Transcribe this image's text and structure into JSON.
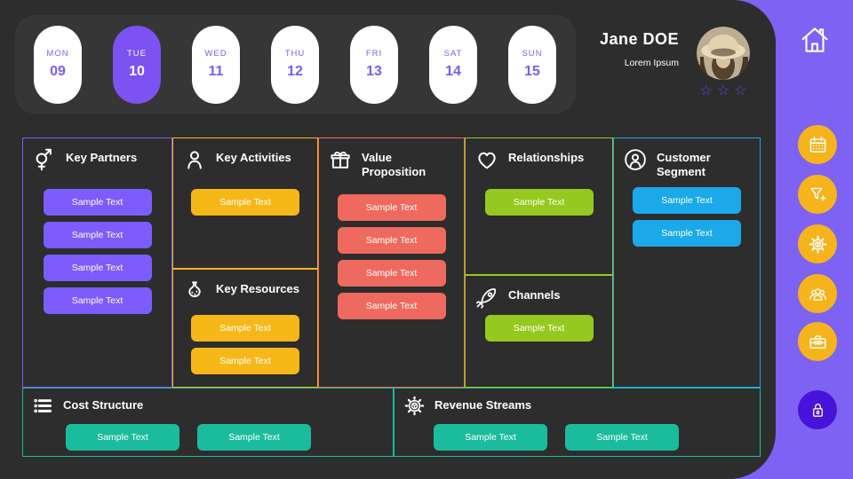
{
  "header": {
    "days": [
      {
        "name": "MON",
        "num": "09"
      },
      {
        "name": "TUE",
        "num": "10"
      },
      {
        "name": "WED",
        "num": "11"
      },
      {
        "name": "THU",
        "num": "12"
      },
      {
        "name": "FRI",
        "num": "13"
      },
      {
        "name": "SAT",
        "num": "14"
      },
      {
        "name": "SUN",
        "num": "15"
      }
    ],
    "selected_day": "TUE",
    "profile": {
      "name": "Jane DOE",
      "subtitle": "Lorem Ipsum",
      "star_char": "☆",
      "rating_stars": 3
    }
  },
  "canvas": {
    "sections": {
      "key_partners": {
        "title": "Key Partners",
        "color": "#7C5CFC",
        "icon": "gender-symbol-icon",
        "buttons": [
          "Sample Text",
          "Sample Text",
          "Sample Text",
          "Sample Text"
        ]
      },
      "key_activities": {
        "title": "Key Activities",
        "color": "#F6B719",
        "icon": "person-bust-icon",
        "buttons": [
          "Sample Text"
        ]
      },
      "key_resources": {
        "title": "Key Resources",
        "color": "#F6B719",
        "icon": "flask-icon",
        "buttons": [
          "Sample Text",
          "Sample Text"
        ]
      },
      "value_proposition": {
        "title": "Value Proposition",
        "color": "#EE6A5E",
        "icon": "gift-icon",
        "buttons": [
          "Sample Text",
          "Sample Text",
          "Sample Text",
          "Sample Text"
        ]
      },
      "relationships": {
        "title": "Relationships",
        "color": "#95C91F",
        "icon": "heart-icon",
        "buttons": [
          "Sample Text"
        ]
      },
      "channels": {
        "title": "Channels",
        "color": "#95C91F",
        "icon": "rocket-icon",
        "buttons": [
          "Sample Text"
        ]
      },
      "customer_segment": {
        "title": "Customer Segment",
        "color": "#1BA9EA",
        "icon": "person-circle-icon",
        "buttons": [
          "Sample Text",
          "Sample Text"
        ]
      },
      "cost_structure": {
        "title": "Cost Structure",
        "color": "#1BBC9E",
        "icon": "list-icon",
        "buttons": [
          "Sample Text",
          "Sample Text"
        ]
      },
      "revenue_streams": {
        "title": "Revenue Streams",
        "color": "#1BBC9E",
        "icon": "gear-icon",
        "buttons": [
          "Sample Text",
          "Sample Text"
        ]
      }
    }
  },
  "sidebar": {
    "icons": [
      "home-icon",
      "calendar-icon",
      "filter-add-icon",
      "settings-gear-icon",
      "team-icon",
      "toolbox-icon",
      "lock-icon"
    ]
  },
  "colors": {
    "background_purple": "#7E62F4",
    "panel_dark": "#2D2D2D",
    "header_strip": "#363636",
    "day_text_purple": "#7C5CF8",
    "selected_day_bg": "#7C52F2",
    "sidebar_circle_yellow": "#F5B41C",
    "lock_circle_indigo": "#4713DB",
    "star_purple": "#5B43DB"
  }
}
